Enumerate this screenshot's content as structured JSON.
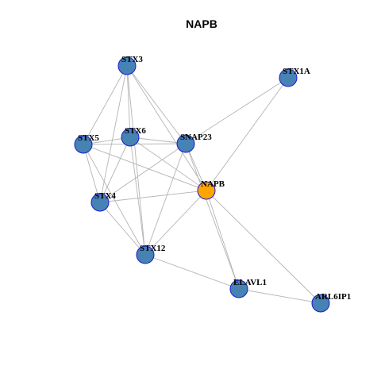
{
  "title": "NAPB",
  "colors": {
    "background": "#ffffff",
    "edge": "#b4b4b4",
    "node_default": "#4682b4",
    "node_highlight": "#ffa500",
    "node_border": "#1a1ad0"
  },
  "network": {
    "center": "NAPB",
    "nodes": [
      {
        "id": "STX3",
        "label": "STX3",
        "highlight": false
      },
      {
        "id": "STX1A",
        "label": "STX1A",
        "highlight": false
      },
      {
        "id": "STX6",
        "label": "STX6",
        "highlight": false
      },
      {
        "id": "STX5",
        "label": "STX5",
        "highlight": false
      },
      {
        "id": "SNAP23",
        "label": "SNAP23",
        "highlight": false
      },
      {
        "id": "NAPB",
        "label": "NAPB",
        "highlight": true
      },
      {
        "id": "STX4",
        "label": "STX4",
        "highlight": false
      },
      {
        "id": "STX12",
        "label": "STX12",
        "highlight": false
      },
      {
        "id": "ELAVL1",
        "label": "ELAVL1",
        "highlight": false
      },
      {
        "id": "ARL6IP1",
        "label": "ARL6IP1",
        "highlight": false
      }
    ],
    "edges": [
      [
        "STX3",
        "STX5"
      ],
      [
        "STX3",
        "STX6"
      ],
      [
        "STX3",
        "SNAP23"
      ],
      [
        "STX3",
        "NAPB"
      ],
      [
        "STX3",
        "STX4"
      ],
      [
        "STX3",
        "STX12"
      ],
      [
        "STX1A",
        "SNAP23"
      ],
      [
        "STX1A",
        "NAPB"
      ],
      [
        "STX5",
        "STX6"
      ],
      [
        "STX5",
        "SNAP23"
      ],
      [
        "STX5",
        "NAPB"
      ],
      [
        "STX5",
        "STX4"
      ],
      [
        "STX5",
        "STX12"
      ],
      [
        "STX6",
        "SNAP23"
      ],
      [
        "STX6",
        "NAPB"
      ],
      [
        "STX6",
        "STX4"
      ],
      [
        "STX6",
        "STX12"
      ],
      [
        "SNAP23",
        "STX4"
      ],
      [
        "SNAP23",
        "NAPB"
      ],
      [
        "SNAP23",
        "STX12"
      ],
      [
        "SNAP23",
        "ELAVL1"
      ],
      [
        "NAPB",
        "STX4"
      ],
      [
        "NAPB",
        "STX12"
      ],
      [
        "NAPB",
        "ELAVL1"
      ],
      [
        "NAPB",
        "ARL6IP1"
      ],
      [
        "STX4",
        "STX12"
      ],
      [
        "STX12",
        "ELAVL1"
      ],
      [
        "ELAVL1",
        "ARL6IP1"
      ]
    ]
  }
}
